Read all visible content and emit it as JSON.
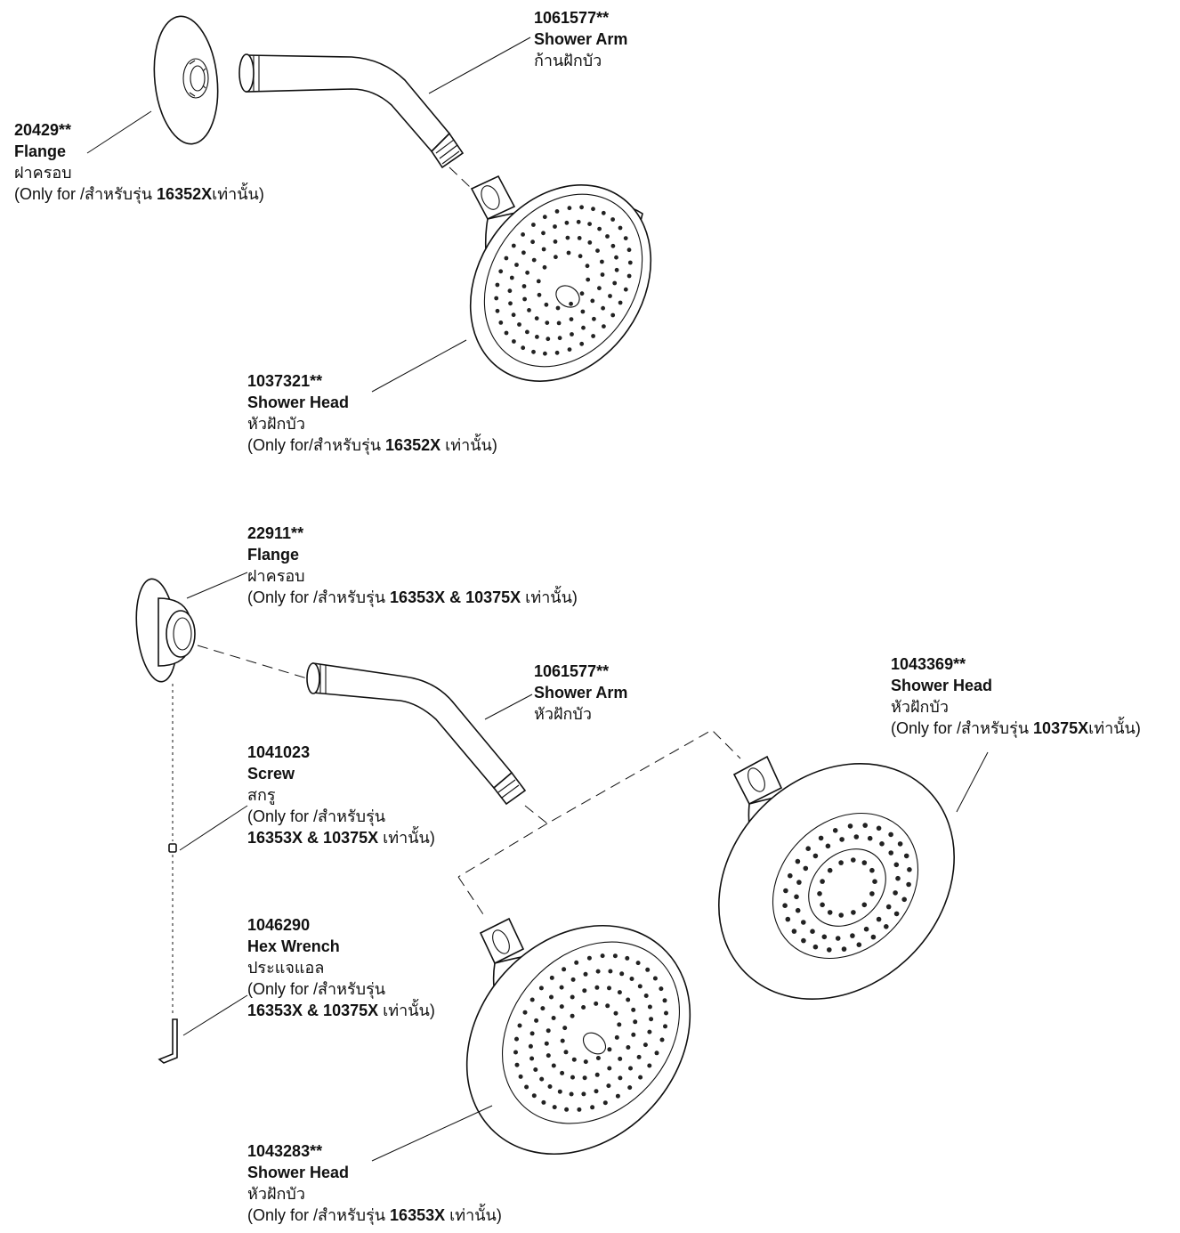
{
  "callouts": [
    {
      "id": "flange-20429",
      "part_no": "20429**",
      "name": "Flange",
      "thai": "ฝาครอบ",
      "note": {
        "pre": "(Only for /สำหรับรุ่น ",
        "bold": "16352X",
        "post": "เท่านั้น)"
      }
    },
    {
      "id": "arm-1061577-top",
      "part_no": "1061577**",
      "name": "Shower Arm",
      "thai": "ก้านฝักบัว"
    },
    {
      "id": "head-1037321",
      "part_no": "1037321**",
      "name": "Shower Head",
      "thai": "หัวฝักบัว",
      "note": {
        "pre": "(Only for/สำหรับรุ่น ",
        "bold": "16352X",
        "post": " เท่านั้น)"
      }
    },
    {
      "id": "flange-22911",
      "part_no": "22911**",
      "name": "Flange",
      "thai": "ฝาครอบ",
      "note": {
        "pre": "(Only for /สำหรับรุ่น ",
        "bold": "16353X & 10375X",
        "post": " เท่านั้น)"
      }
    },
    {
      "id": "arm-1061577-bottom",
      "part_no": "1061577**",
      "name": "Shower Arm",
      "thai": "หัวฝักบัว"
    },
    {
      "id": "head-1043369",
      "part_no": "1043369**",
      "name": "Shower Head",
      "thai": "หัวฝักบัว",
      "note": {
        "pre": "(Only for /สำหรับรุ่น ",
        "bold": "10375X",
        "post": "เท่านั้น)"
      }
    },
    {
      "id": "screw-1041023",
      "part_no": "1041023",
      "name": "Screw",
      "thai": "สกรู",
      "note_line1": "(Only for /สำหรับรุ่น",
      "note": {
        "pre": "",
        "bold": "16353X & 10375X",
        "post": " เท่านั้น)"
      }
    },
    {
      "id": "wrench-1046290",
      "part_no": "1046290",
      "name": "Hex Wrench",
      "thai": "ประแจแอล",
      "note_line1": "(Only for /สำหรับรุ่น",
      "note": {
        "pre": " ",
        "bold": "16353X & 10375X",
        "post": " เท่านั้น)"
      }
    },
    {
      "id": "head-1043283",
      "part_no": "1043283**",
      "name": "Shower Head",
      "thai": "หัวฝักบัว",
      "note": {
        "pre": "(Only for /สำหรับรุ่น  ",
        "bold": "16353X",
        "post": " เท่านั้น)"
      }
    }
  ],
  "icons": [
    "flange-icon",
    "shower-arm-icon",
    "shower-head-icon",
    "screw-icon",
    "hex-wrench-icon"
  ]
}
